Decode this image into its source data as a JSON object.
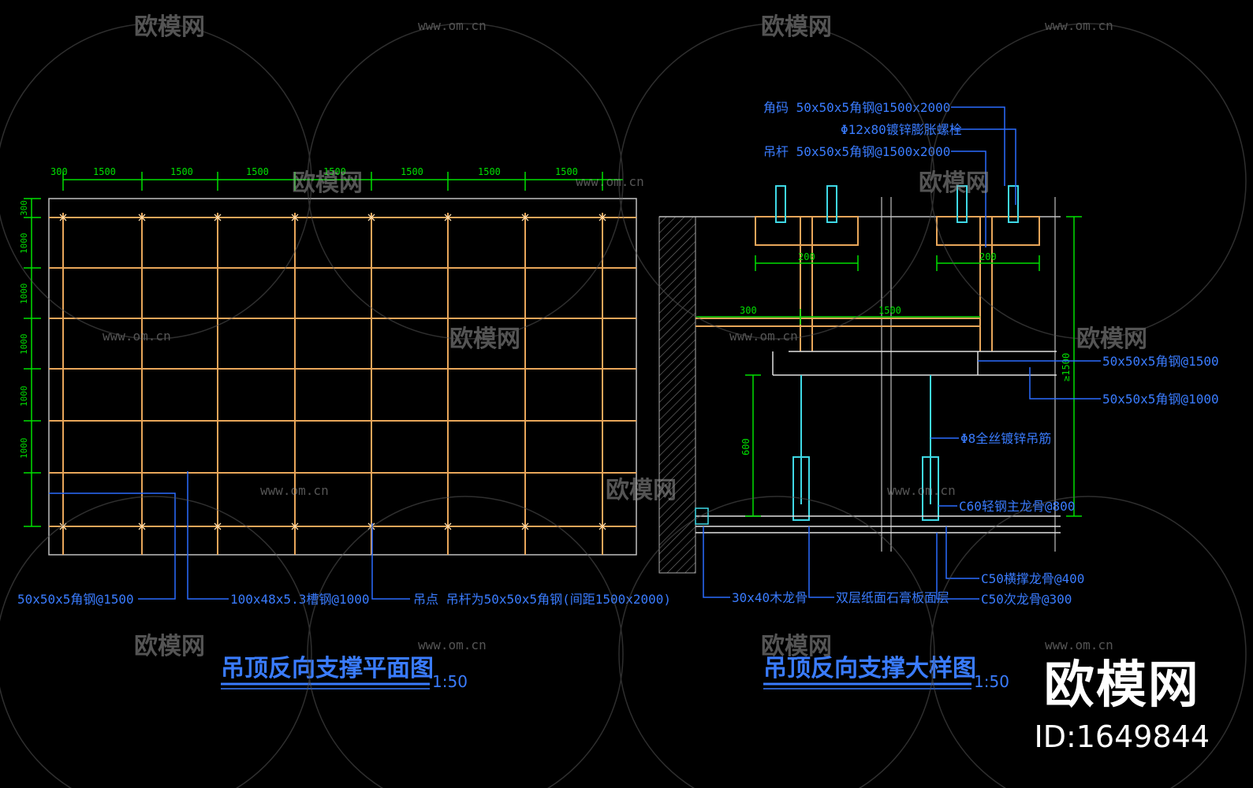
{
  "plan": {
    "title": "吊顶反向支撑平面图",
    "scale": "1:50",
    "dims_top": [
      "300",
      "1500",
      "1500",
      "1500",
      "1500",
      "1500",
      "1500",
      "1500"
    ],
    "dims_left": [
      "300",
      "1000",
      "1000",
      "1000",
      "1000",
      "1000"
    ],
    "callouts": [
      "50x50x5角钢@1500",
      "100x48x5.3槽钢@1000",
      "吊点  吊杆为50x50x5角钢(间距1500x2000)"
    ]
  },
  "detail": {
    "title": "吊顶反向支撑大样图",
    "scale": "1:50",
    "top_callouts": [
      "角码 50x50x5角钢@1500x2000",
      "Φ12x80镀锌膨胀螺栓",
      "吊杆 50x50x5角钢@1500x2000"
    ],
    "dims": [
      "200",
      "200",
      "300",
      "1500",
      "600",
      "≥1500"
    ],
    "right_callouts": [
      "50x50x5角钢@1500",
      "50x50x5角钢@1000",
      "Φ8全丝镀锌吊筋",
      "C60轻钢主龙骨@800"
    ],
    "bottom_callouts": [
      "30x40木龙骨",
      "双层纸面石膏板面层",
      "C50横撑龙骨@400",
      "C50次龙骨@300"
    ]
  },
  "watermark": {
    "logo_text": "欧模网",
    "url_text": "www.om.cn"
  },
  "brand": {
    "name": "欧模网",
    "id": "ID:1649844"
  }
}
